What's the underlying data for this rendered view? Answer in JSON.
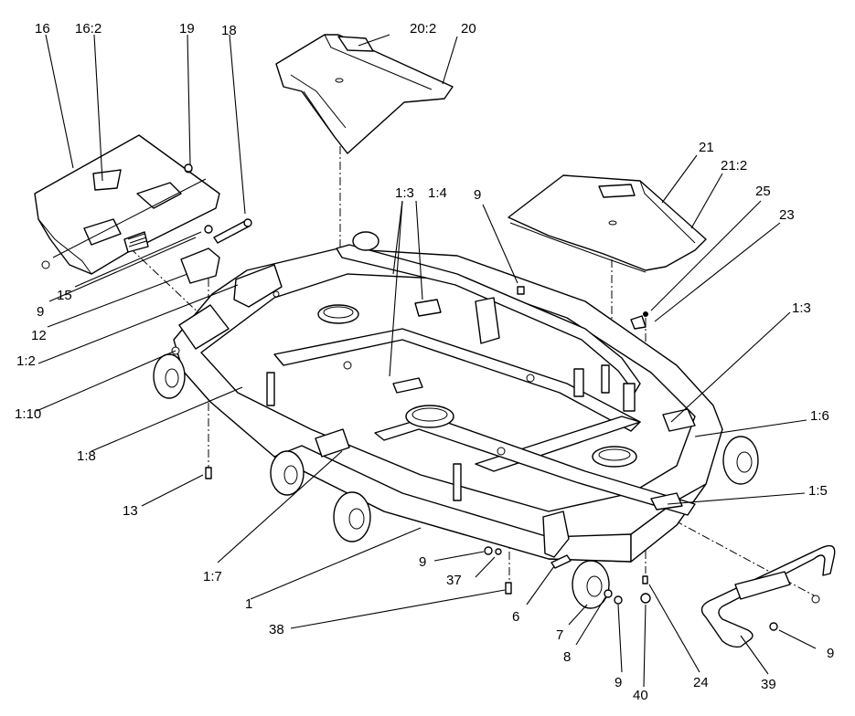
{
  "labels": {
    "l16": "16",
    "l16_2": "16:2",
    "l19": "19",
    "l18": "18",
    "l20_2": "20:2",
    "l20": "20",
    "l1_3a": "1:3",
    "l1_4": "1:4",
    "l9a": "9",
    "l21": "21",
    "l21_2": "21:2",
    "l25": "25",
    "l23": "23",
    "l15": "15",
    "l9b": "9",
    "l12": "12",
    "l1_2": "1:2",
    "l1_10": "1:10",
    "l1_3b": "1:3",
    "l1_6": "1:6",
    "l1_8": "1:8",
    "l13": "13",
    "l1_5": "1:5",
    "l1_7": "1:7",
    "l1": "1",
    "l9c": "9",
    "l37": "37",
    "l38": "38",
    "l6": "6",
    "l7": "7",
    "l8": "8",
    "l9d": "9",
    "l40": "40",
    "l24": "24",
    "l39": "39",
    "l9e": "9"
  }
}
